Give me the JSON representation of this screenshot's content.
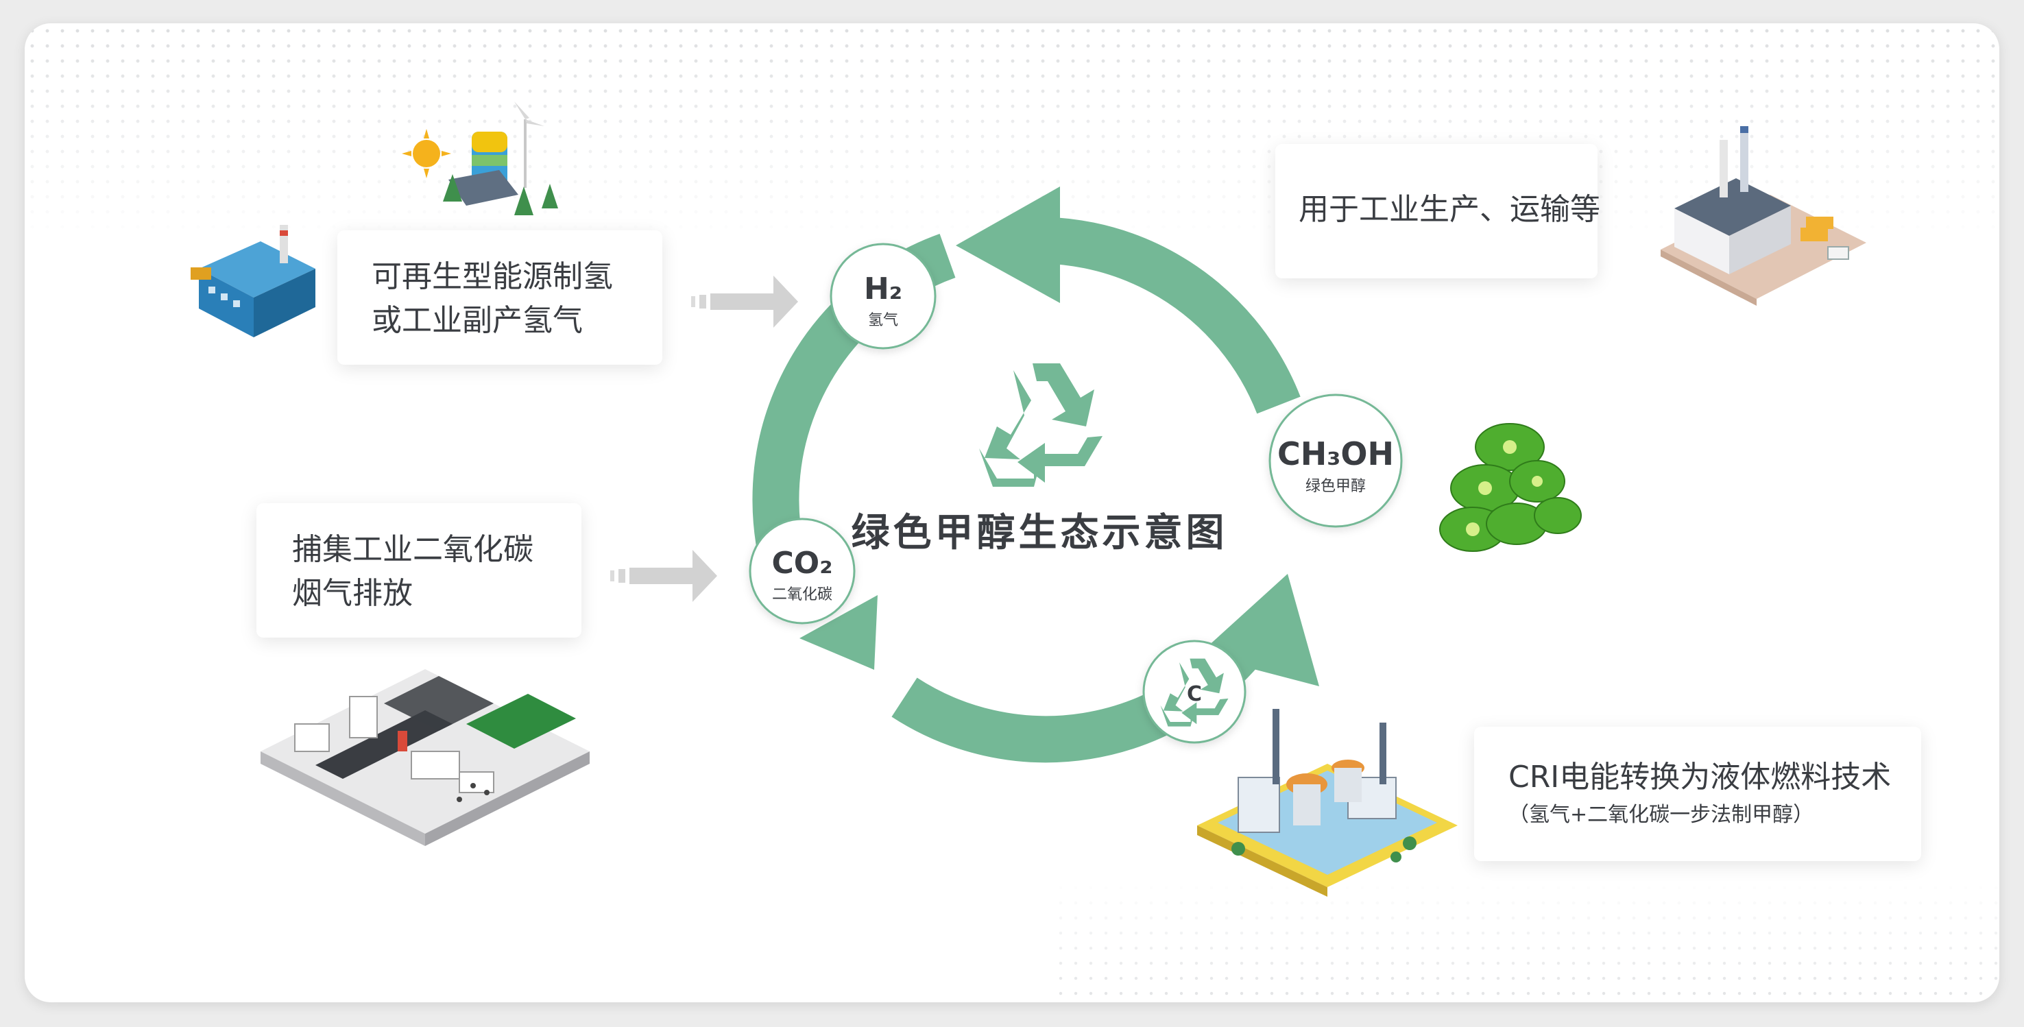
{
  "diagram": {
    "title": "绿色甲醇生态示意图",
    "accent_color": "#74b896",
    "nodes": {
      "h2": {
        "formula": "H₂",
        "label": "氢气"
      },
      "co2": {
        "formula": "CO₂",
        "label": "二氧化碳"
      },
      "ch3oh": {
        "formula": "CH₃OH",
        "label": "绿色甲醇"
      },
      "carbon": {
        "symbol": "C",
        "icon": "recycle-icon"
      }
    },
    "center_icon": "recycle-icon"
  },
  "boxes": {
    "hydrogen_source": {
      "lines": [
        "可再生型能源制氢",
        "或工业副产氢气"
      ]
    },
    "co2_capture": {
      "lines": [
        "捕集工业二氧化碳",
        "烟气排放"
      ]
    },
    "usage": {
      "lines": [
        "用于工业生产、运输等"
      ]
    },
    "cri_tech": {
      "title": "CRI电能转换为液体燃料技术",
      "subtitle": "（氢气+二氧化碳一步法制甲醇）"
    }
  },
  "illustrations": [
    "renewable-energy-icon",
    "factory-icon",
    "industrial-park-icon",
    "industrial-plant-icon",
    "methanol-barrels-icon",
    "chemical-plant-icon"
  ]
}
